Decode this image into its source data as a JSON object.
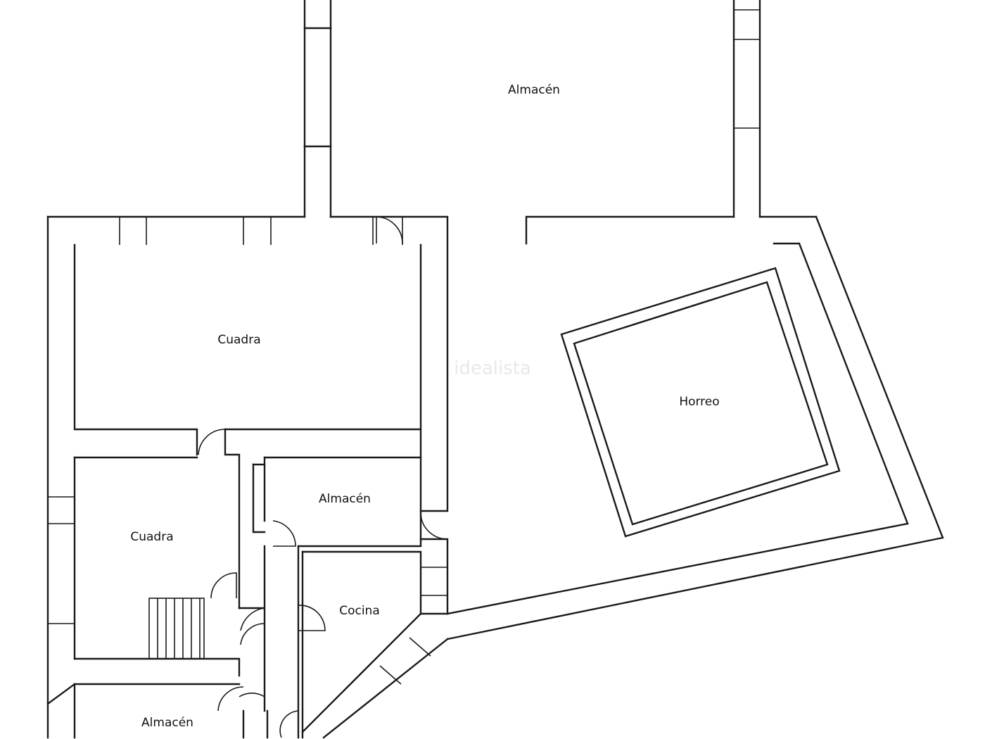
{
  "watermark": "idealista",
  "rooms": {
    "almacen_top": "Almacén",
    "cuadra_main": "Cuadra",
    "horreo": "Horreo",
    "almacen_mid": "Almacén",
    "cuadra_small": "Cuadra",
    "cocina": "Cocina",
    "almacen_bottom": "Almacén"
  }
}
